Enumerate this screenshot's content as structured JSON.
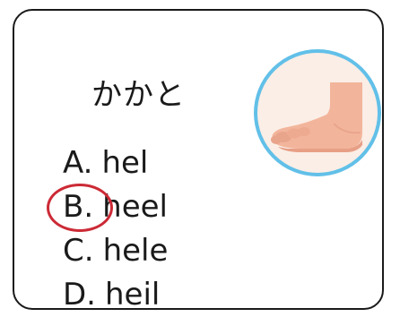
{
  "card": {
    "word": "かかと",
    "image_icon": "foot-icon",
    "options": [
      {
        "letter": "A.",
        "text": "hel"
      },
      {
        "letter": "B.",
        "text": "heel"
      },
      {
        "letter": "C.",
        "text": "hele"
      },
      {
        "letter": "D.",
        "text": "heil"
      }
    ],
    "selected_option": "B"
  },
  "colors": {
    "border": "#1a1a1a",
    "circle_ring": "#62c0e8",
    "circle_fill": "#fbeee6",
    "foot_skin": "#f2b59c",
    "selection_mark": "#cc2a36"
  }
}
